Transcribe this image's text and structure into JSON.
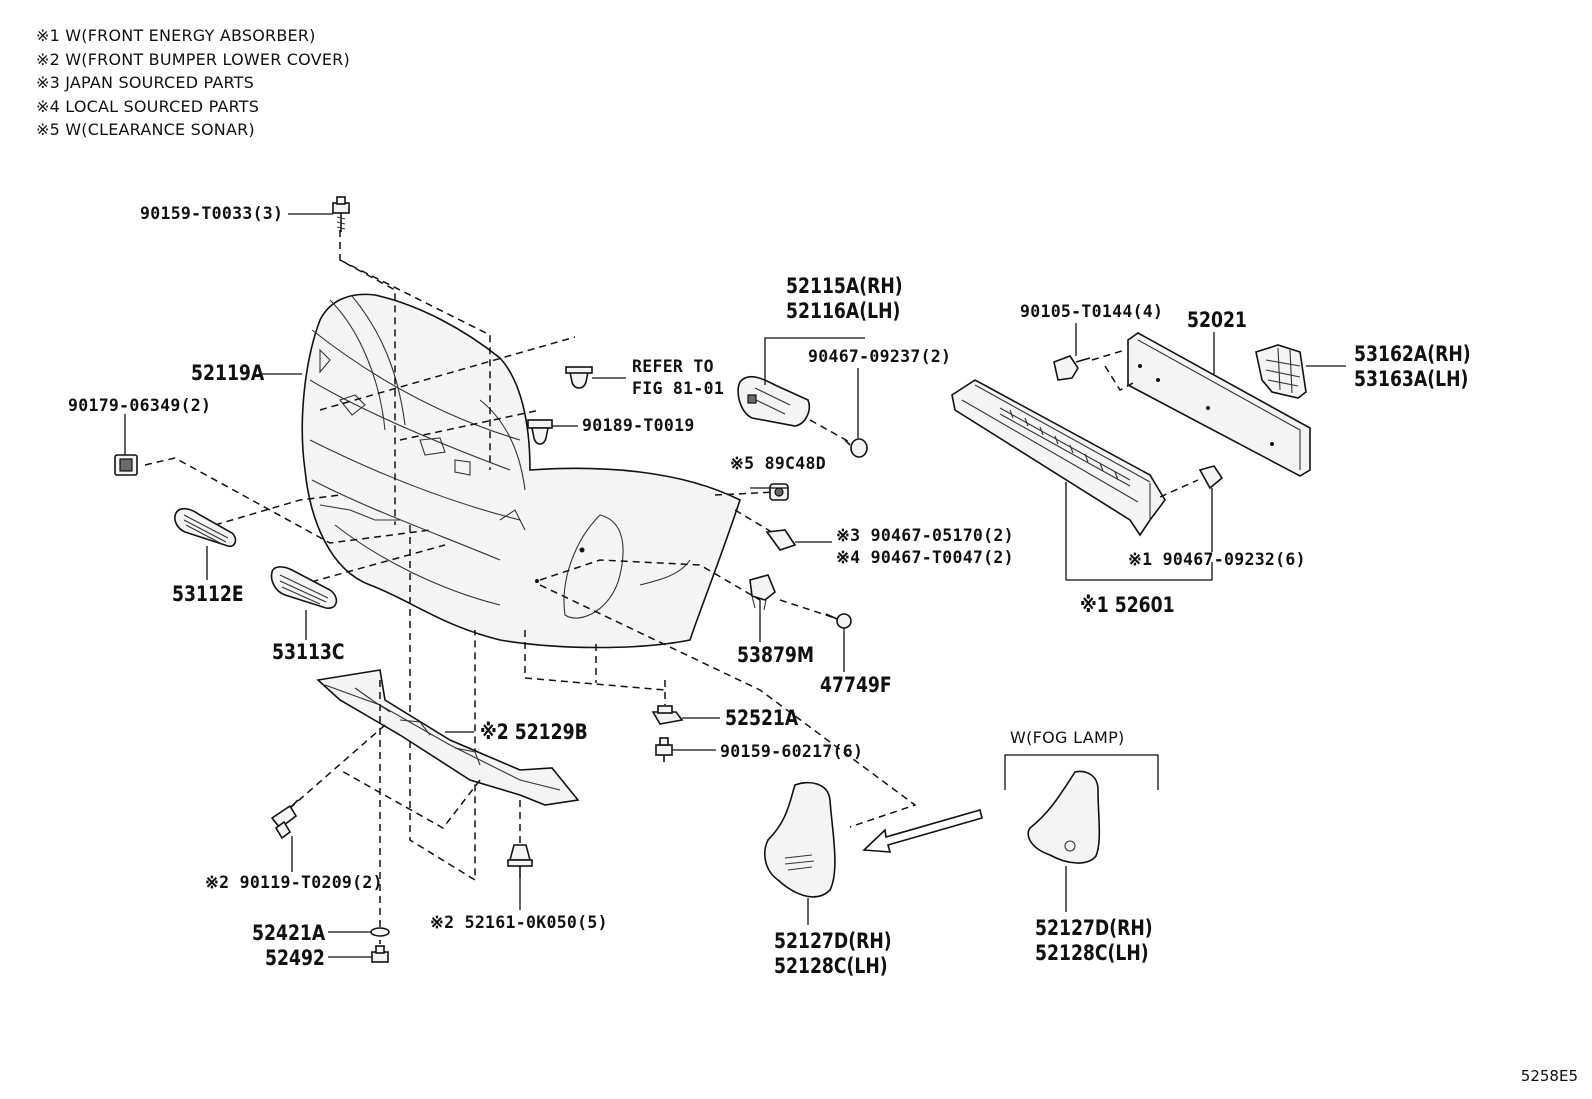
{
  "legend": [
    "※1 W(FRONT ENERGY ABSORBER)",
    "※2 W(FRONT BUMPER LOWER COVER)",
    "※3 JAPAN SOURCED PARTS",
    "※4 LOCAL SOURCED PARTS",
    "※5 W(CLEARANCE SONAR)"
  ],
  "parts": {
    "p90159_T0033": "90159-T0033(3)",
    "p52119A": "52119A",
    "p90179_06349": "90179-06349(2)",
    "p53112E": "53112E",
    "p53113C": "53113C",
    "refer_to_1": "REFER TO",
    "refer_to_2": "FIG 81-01",
    "p90189_T0019": "90189-T0019",
    "p52115A": "52115A(RH)",
    "p52116A": "52116A(LH)",
    "p90467_09237": "90467-09237(2)",
    "p89C48D": "※5 89C48D",
    "p90467_05170": "※3 90467-05170(2)",
    "p90467_T0047": "※4 90467-T0047(2)",
    "p53879M": "53879M",
    "p47749F": "47749F",
    "p52521A": "52521A",
    "p90159_60217": "90159-60217(6)",
    "p52129B": "※2 52129B",
    "p90119_T0209": "※2 90119-T0209(2)",
    "p52161": "※2 52161-0K050(5)",
    "p52421A": "52421A",
    "p52492": "52492",
    "p90105_T0144": "90105-T0144(4)",
    "p52021": "52021",
    "p53162A": "53162A(RH)",
    "p53163A": "53163A(LH)",
    "p90467_09232": "※1 90467-09232(6)",
    "p52601": "※1 52601",
    "w_fog_lamp": "W(FOG LAMP)",
    "p52127D_a": "52127D(RH)",
    "p52128C_a": "52128C(LH)",
    "p52127D_b": "52127D(RH)",
    "p52128C_b": "52128C(LH)"
  },
  "diagram_code": "5258E5"
}
